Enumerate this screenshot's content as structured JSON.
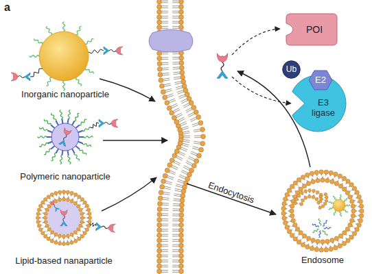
{
  "diagram": {
    "nodes": [
      {
        "text": [
          "Inorganic nanoparticle"
        ]
      },
      {
        "text": [
          "Polymeric nanoparticle"
        ]
      },
      {
        "text": [
          "Lipid-based nanaparticle"
        ]
      },
      {
        "text": [
          "Endosome"
        ]
      },
      {
        "text": [
          "POI"
        ]
      },
      {
        "text": [
          "Ub"
        ]
      },
      {
        "text": [
          "E2"
        ]
      },
      {
        "text": [
          "E3 ligase"
        ]
      }
    ],
    "labels": [
      "a",
      "Endocytosis"
    ]
  }
}
